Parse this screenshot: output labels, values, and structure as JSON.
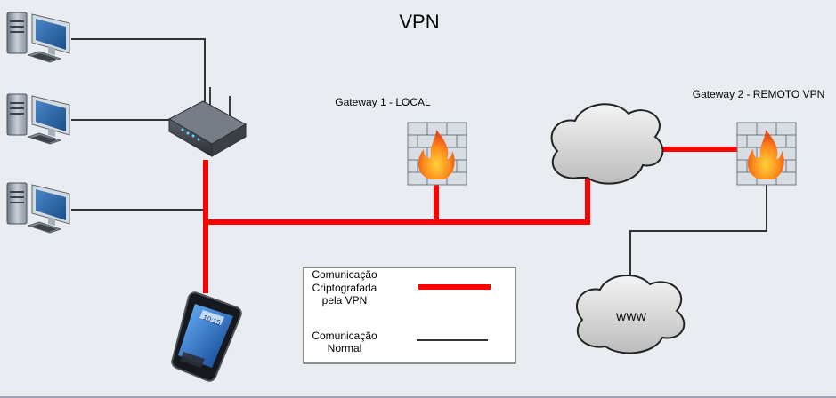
{
  "title": "VPN",
  "gateways": {
    "local": {
      "label": "Gateway 1 - LOCAL",
      "icon": "firewall-icon"
    },
    "remote": {
      "label": "Gateway 2 - REMOTO VPN",
      "icon": "firewall-icon"
    }
  },
  "internet_cloud": {
    "icon": "cloud-icon"
  },
  "www_cloud": {
    "label": "WWW",
    "icon": "cloud-icon"
  },
  "phone": {
    "screen_time": "10:15",
    "icon": "smartphone-icon"
  },
  "computers": [
    {
      "icon": "desktop-computer-icon"
    },
    {
      "icon": "desktop-computer-icon"
    },
    {
      "icon": "desktop-computer-icon"
    }
  ],
  "router": {
    "icon": "router-icon"
  },
  "legend": {
    "encrypted_line1": "Comunicação",
    "encrypted_line2": "Criptografada",
    "encrypted_line3": "pela VPN",
    "normal_line1": "Comunicação",
    "normal_line2": "Normal"
  },
  "colors": {
    "vpn_link": "#ff0000",
    "normal_link": "#333333",
    "background": "#e9edf2"
  }
}
